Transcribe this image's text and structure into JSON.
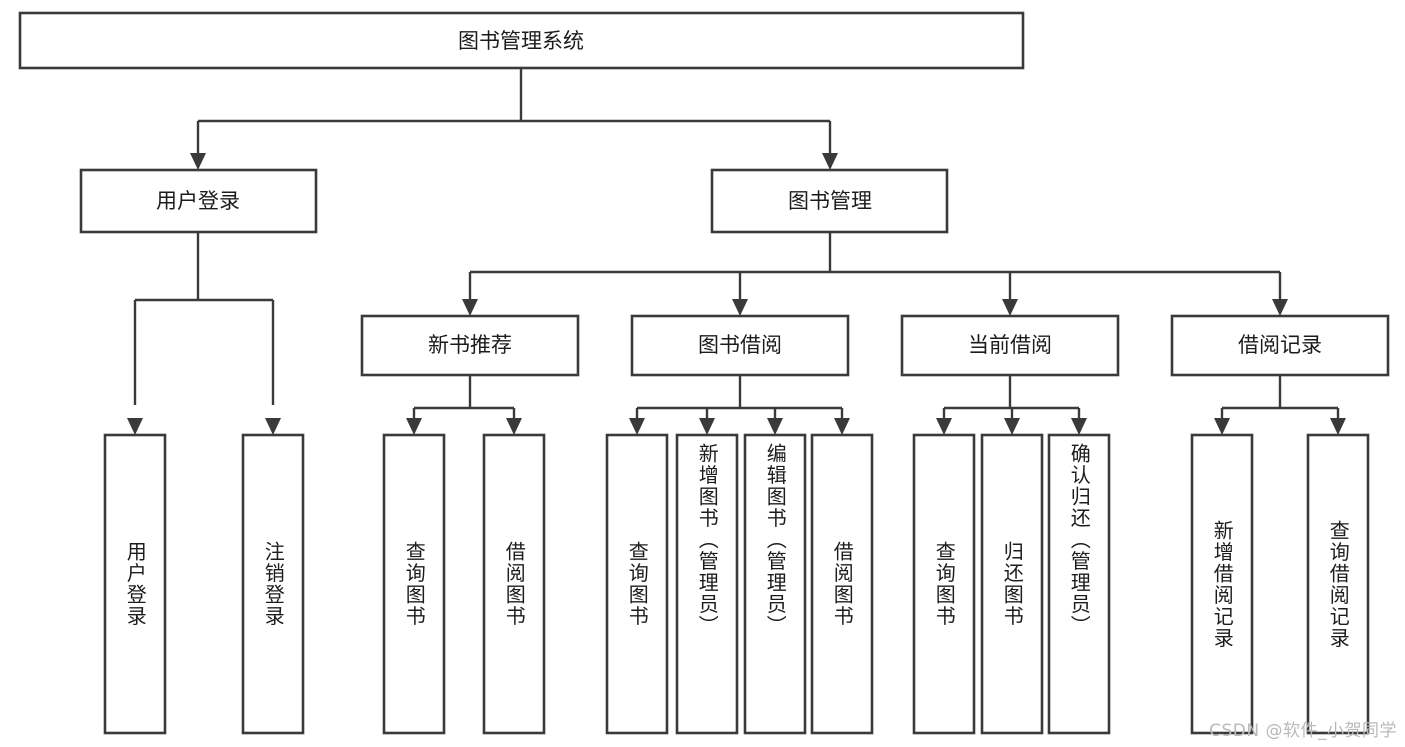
{
  "diagram": {
    "type": "tree-hierarchy",
    "title": "图书管理系统",
    "orientation": "top-down",
    "colors": {
      "stroke": "#3a3a3a",
      "box_fill": "#ffffff",
      "text": "#1c1c1c",
      "background": "#ffffff",
      "watermark": "#b9b9b9"
    },
    "root": {
      "label": "图书管理系统"
    },
    "level2": [
      {
        "label": "用户登录"
      },
      {
        "label": "图书管理"
      }
    ],
    "level3": [
      {
        "label": "新书推荐"
      },
      {
        "label": "图书借阅"
      },
      {
        "label": "当前借阅"
      },
      {
        "label": "借阅记录"
      }
    ],
    "leaves": {
      "user_login": [
        {
          "label": "用户登录"
        },
        {
          "label": "注销登录"
        }
      ],
      "new_book_recommend": [
        {
          "label": "查询图书"
        },
        {
          "label": "借阅图书"
        }
      ],
      "book_borrow": [
        {
          "label": "查询图书"
        },
        {
          "label": "新增图书（管理员）"
        },
        {
          "label": "编辑图书（管理员）"
        },
        {
          "label": "借阅图书"
        }
      ],
      "current_borrow": [
        {
          "label": "查询图书"
        },
        {
          "label": "归还图书"
        },
        {
          "label": "确认归还（管理员）"
        }
      ],
      "borrow_record": [
        {
          "label": "新增借阅记录"
        },
        {
          "label": "查询借阅记录"
        }
      ]
    }
  },
  "watermark": {
    "text": "CSDN @软件_小贺同学"
  }
}
